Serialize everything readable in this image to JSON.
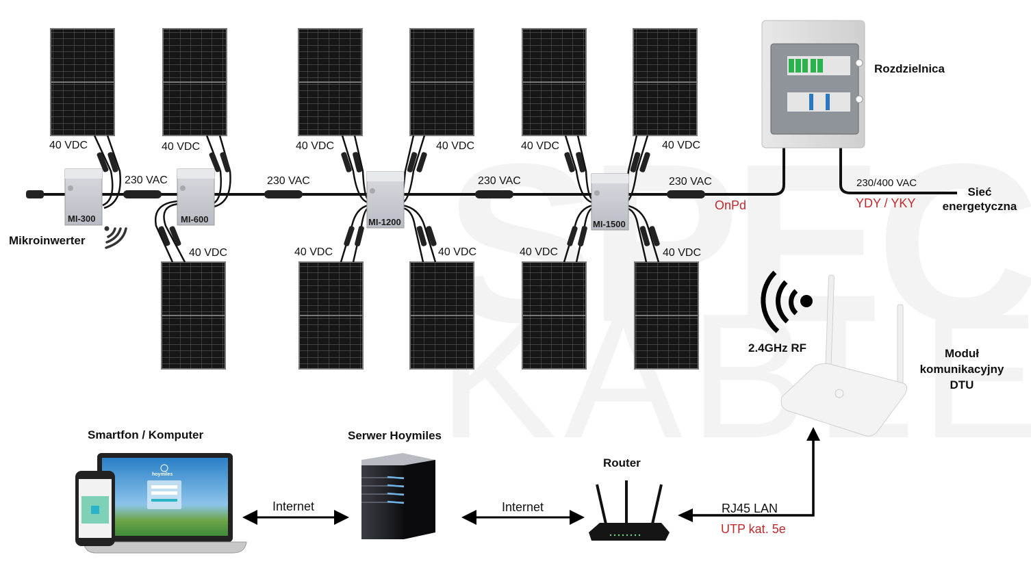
{
  "watermark": {
    "line1": "SPEC",
    "line2": "KABLE"
  },
  "panels": {
    "top": [
      {
        "label": "40 VDC"
      },
      {
        "label": "40 VDC"
      },
      {
        "label": "40 VDC"
      },
      {
        "label": "40 VDC"
      },
      {
        "label": "40 VDC"
      },
      {
        "label": "40 VDC"
      }
    ],
    "bottom": [
      {
        "label": "40 VDC"
      },
      {
        "label": "40 VDC"
      },
      {
        "label": "40 VDC"
      },
      {
        "label": "40 VDC"
      },
      {
        "label": "40 VDC"
      }
    ]
  },
  "panel_labels_top_right": [
    "40 VDC",
    "40 VDC",
    "40 VDC"
  ],
  "panel_labels_bottom_right": [
    "40 VDC",
    "40 VDC"
  ],
  "inverters": [
    {
      "model": "MI-300"
    },
    {
      "model": "MI-600"
    },
    {
      "model": "MI-1200"
    },
    {
      "model": "MI-1500"
    }
  ],
  "ac_labels": [
    "230 VAC",
    "230 VAC",
    "230 VAC",
    "230 VAC"
  ],
  "microinverter_label": "Mikroinwerter",
  "cable_onpd": "OnPd",
  "distribution": {
    "title": "Rozdzielnica",
    "grid_voltage": "230/400 VAC",
    "grid_cable": "YDY / YKY",
    "grid_label_line1": "Sieć",
    "grid_label_line2": "energetyczna"
  },
  "rf": {
    "label": "2.4GHz RF"
  },
  "dtu": {
    "line1": "Moduł",
    "line2": "komunikacyjny",
    "line3": "DTU"
  },
  "bottom": {
    "smartphone_title": "Smartfon / Komputer",
    "laptop_brand": "hoymiles",
    "server_title": "Serwer Hoymiles",
    "router_title": "Router",
    "link1": "Internet",
    "link2": "Internet",
    "lan_label": "RJ45 LAN",
    "lan_cable": "UTP kat. 5e"
  },
  "colors": {
    "red_label": "#c0292b",
    "panel": "#1c1c1c",
    "cable": "#111111"
  }
}
